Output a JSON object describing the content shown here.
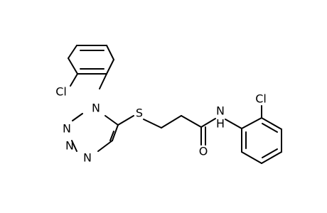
{
  "molecule": {
    "atoms": {
      "cl_top": "Cl",
      "n1": "N",
      "n2": "N",
      "n3": "N",
      "n4": "N",
      "s": "S",
      "o": "O",
      "nh": "N",
      "h": "H",
      "cl_right": "Cl"
    }
  }
}
